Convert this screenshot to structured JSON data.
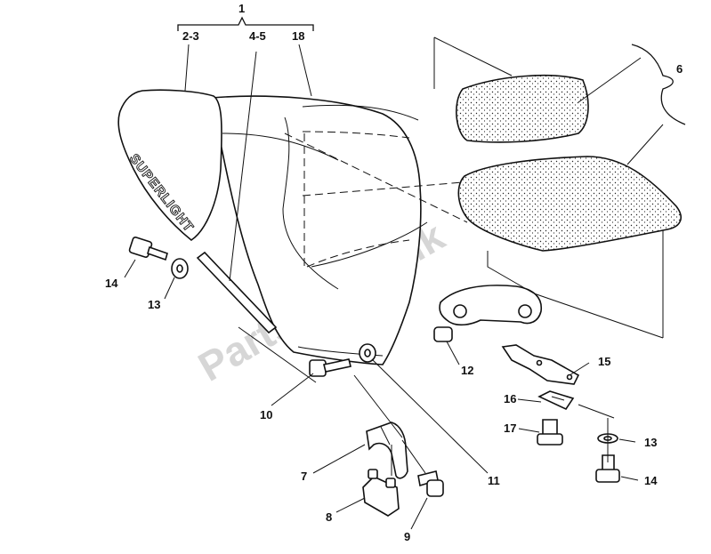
{
  "watermark": "PartsRepublik",
  "decal_text": "SUPERLIGHT",
  "callouts": {
    "c1": "1",
    "c23": "2-3",
    "c45": "4-5",
    "c18": "18",
    "c6": "6",
    "c14a": "14",
    "c13a": "13",
    "c10": "10",
    "c11": "11",
    "c12": "12",
    "c15": "15",
    "c16": "16",
    "c17": "17",
    "c13b": "13",
    "c14b": "14",
    "c7": "7",
    "c8": "8",
    "c9": "9"
  }
}
